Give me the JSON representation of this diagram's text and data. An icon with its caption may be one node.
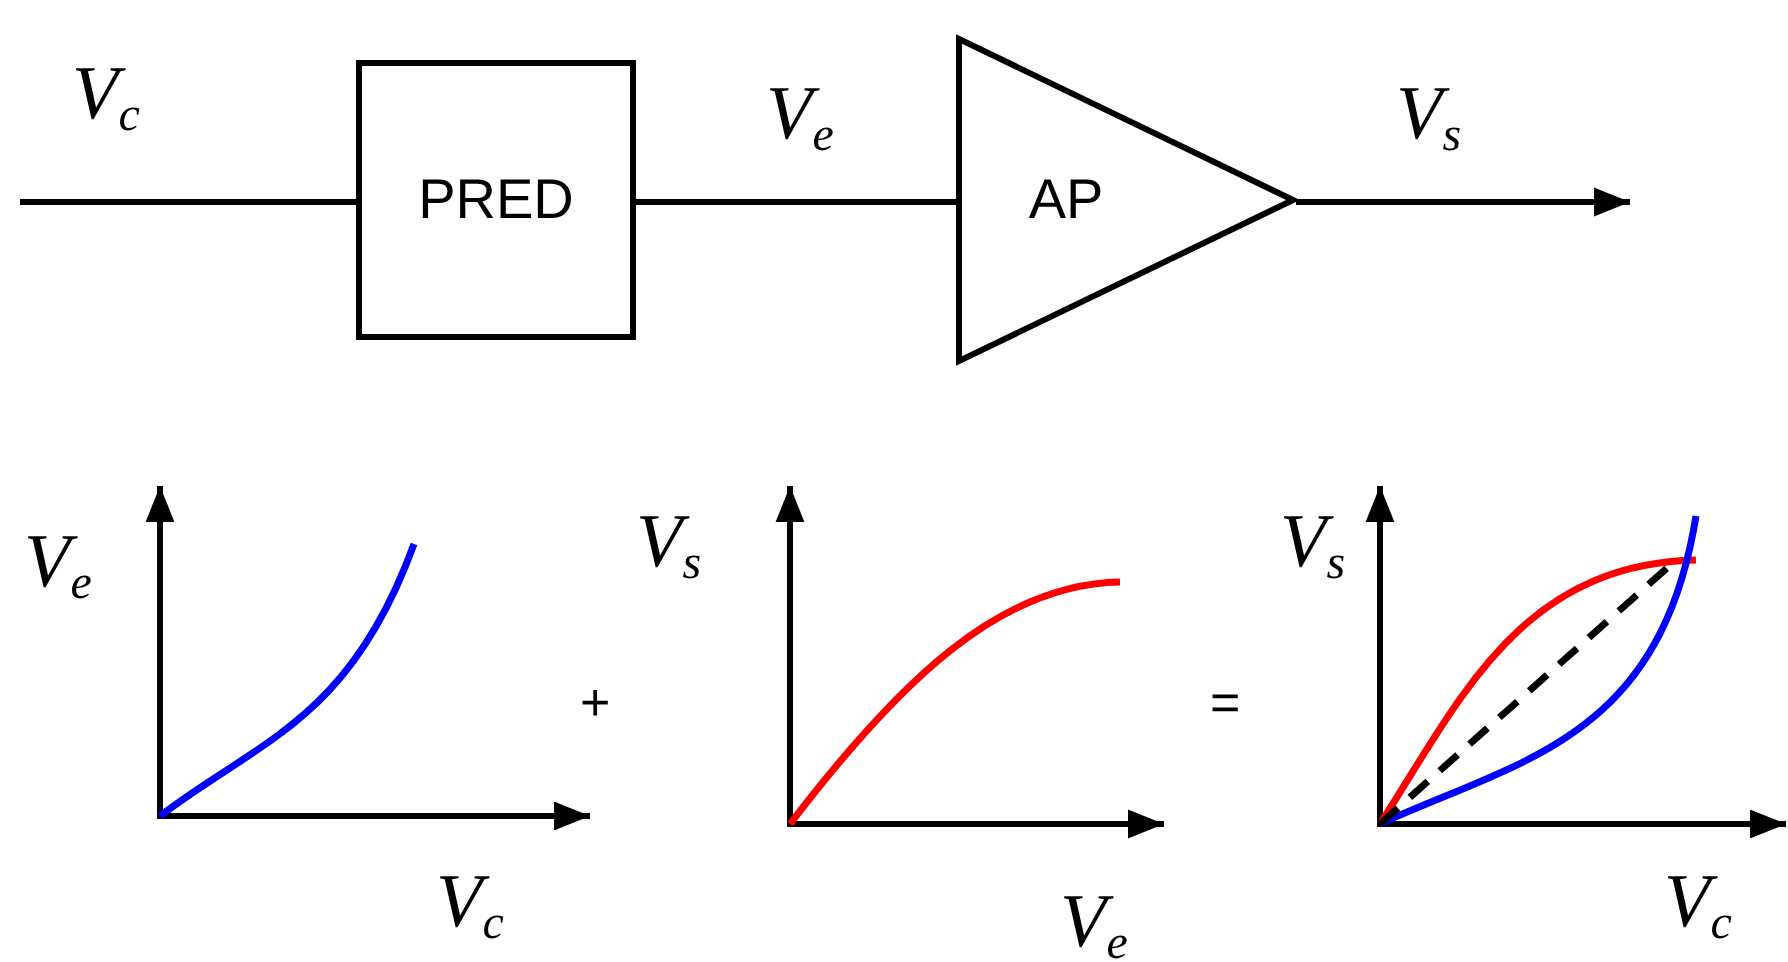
{
  "diagram": {
    "nodes": [
      {
        "text": [
          "PRED"
        ]
      },
      {
        "text": [
          "AP"
        ]
      }
    ],
    "edges": [
      {
        "from": null,
        "to": 0,
        "arrow": "none",
        "label": "V$_{c}$"
      },
      {
        "from": 0,
        "to": 1,
        "arrow": "none",
        "label": "V$_{e}$"
      },
      {
        "from": 1,
        "to": null,
        "arrow": "to",
        "label": "V$_{s}$"
      }
    ],
    "labels": [
      "V$_{e}$",
      "V$_{s}$",
      "V$_{s}$",
      "+",
      "=",
      "V$_{c}$",
      "V$_{e}$",
      "V$_{c}$"
    ]
  }
}
